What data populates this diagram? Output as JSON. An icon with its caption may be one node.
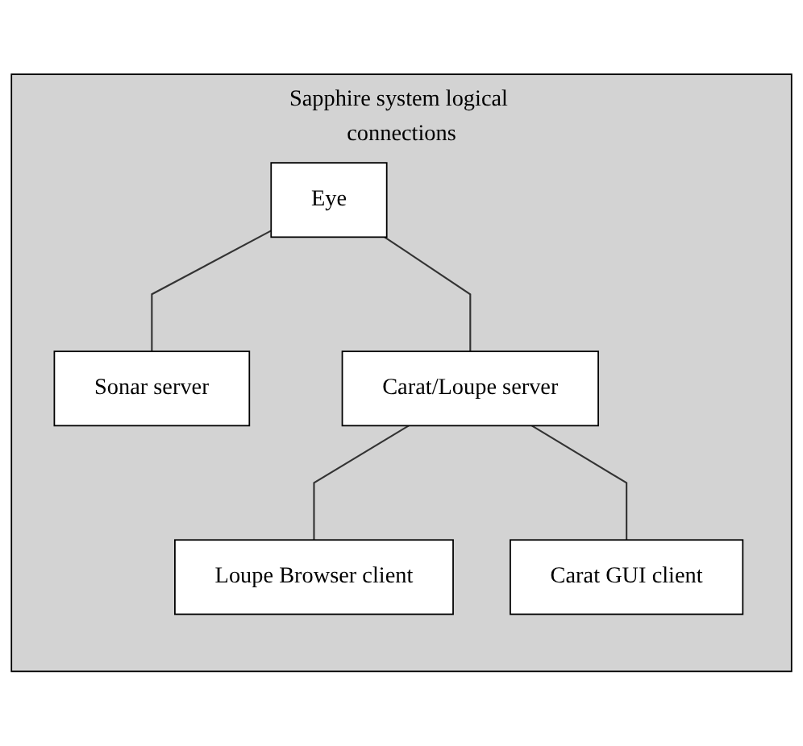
{
  "diagram": {
    "nodes": [
      {
        "text": [
          "Sapphire system logical connections"
        ]
      },
      {
        "text": [
          "Eye"
        ],
        "in": 0
      },
      {
        "text": [
          "Sonar server"
        ],
        "in": 0
      },
      {
        "text": [
          "Carat/Loupe server"
        ],
        "in": 0
      },
      {
        "text": [
          "Loupe Browser client"
        ],
        "in": 0
      },
      {
        "text": [
          "Carat GUI client"
        ],
        "in": 0
      }
    ],
    "edges": [
      {
        "from": 1,
        "to": 2,
        "arrow": "none"
      },
      {
        "from": 1,
        "to": 3,
        "arrow": "none"
      },
      {
        "from": 3,
        "to": 4,
        "arrow": "none"
      },
      {
        "from": 3,
        "to": 5,
        "arrow": "none"
      }
    ]
  }
}
